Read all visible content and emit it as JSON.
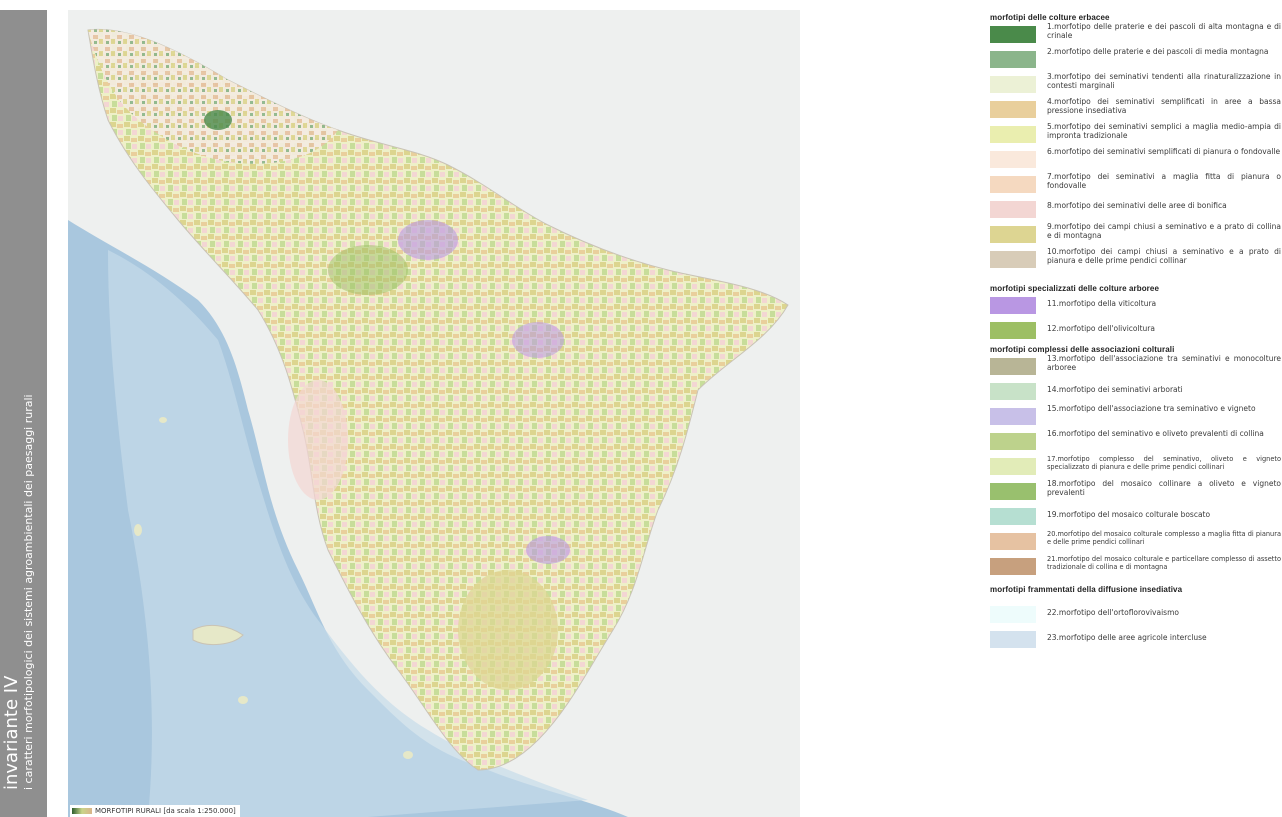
{
  "side_panel": {
    "title": "invariante IV",
    "subtitle": "i caratteri morfotipologici dei sistemi agroambientali dei paesaggi rurali"
  },
  "map": {
    "scale_label": "MORFOTIPI RURALI [da scala 1:250.000]",
    "colors": {
      "sea": "#a9c7de",
      "sea_shallow": "#c6dcea",
      "land": "#f1eeec",
      "region": "#f3efe0"
    }
  },
  "legend": {
    "sections": [
      {
        "title": "morfotipi delle colture erbacee",
        "items": [
          {
            "label": "1.morfotipo delle praterie e dei pascoli di alta montagna e di crinale",
            "color": "#4a8a4a"
          },
          {
            "label": "2.morfotipo delle praterie e dei pascoli di media montagna",
            "color": "#8bb58b"
          },
          {
            "label": "3.morfotipo dei seminativi tendenti alla rinaturalizzazione in contesti marginali",
            "color": "#ecf1d6"
          },
          {
            "label": "4.morfotipo dei seminativi semplificati in aree a bassa pressione insediativa",
            "color": "#e9cf9c"
          },
          {
            "label": "5.morfotipo dei seminativi semplici a maglia medio-ampia di impronta tradizionale",
            "color": "#eaeeaf"
          },
          {
            "label": "6.morfotipo dei seminativi semplificati di pianura o fondovalle",
            "color": "#fae9dc"
          },
          {
            "label": "7.morfotipo dei seminativi a maglia fitta di pianura o fondovalle",
            "color": "#f5d9c0"
          },
          {
            "label": "8.morfotipo dei seminativi delle aree di bonifica",
            "color": "#f3d6d3"
          },
          {
            "label": "9.morfotipo dei campi chiusi a seminativo e a prato di collina e di montagna",
            "color": "#ddd592"
          },
          {
            "label": "10.morfotipo dei campi chiusi a seminativo e a prato di pianura e delle prime pendici collinar",
            "color": "#d8ccb8"
          }
        ]
      },
      {
        "title": "morfotipi specializzati delle colture arboree",
        "items": [
          {
            "label": "11.morfotipo della viticoltura",
            "color": "#b997e3"
          },
          {
            "label": "12.morfotipo dell'olivicoltura",
            "color": "#9dbf64"
          }
        ]
      },
      {
        "title": "morfotipi complessi delle associazioni colturali",
        "items": [
          {
            "label": "13.morfotipo dell'associazione tra seminativi e monocolture arboree",
            "color": "#b8b596"
          },
          {
            "label": "14.morfotipo dei seminativi arborati",
            "color": "#c8e2c8"
          },
          {
            "label": "15.morfotipo dell'associazione tra seminativo e vigneto",
            "color": "#c8c0e8"
          },
          {
            "label": "16.morfotipo del seminativo e oliveto prevalenti di collina",
            "color": "#bdd28c"
          },
          {
            "label": "17.morfotipo complesso del seminativo, oliveto e vigneto specializzato di pianura e delle prime pendici collinari",
            "color": "#e2ecb8"
          },
          {
            "label": "18.morfotipo del mosaico collinare a oliveto e vigneto prevalenti",
            "color": "#99c06e"
          },
          {
            "label": "19.morfotipo del mosaico colturale boscato",
            "color": "#b6dfd2"
          },
          {
            "label": "20.morfotipo del mosaico colturale complesso a maglia fitta di pianura e delle prime pendici collinari",
            "color": "#e6c2a2"
          },
          {
            "label": "21.morfotipo del mosaico colturale e particellare complesso di assetto tradizionale di collina e di montagna",
            "color": "#c7a07e"
          }
        ]
      },
      {
        "title": "morfotipi frammentati della diffusione insediativa",
        "items": [
          {
            "label": "22.morfotipo dell'ortoflorovivaismo",
            "color": "#eefcfc"
          },
          {
            "label": "23.morfotipo delle aree agricole intercluse",
            "color": "#d4e2ee"
          }
        ]
      }
    ]
  }
}
